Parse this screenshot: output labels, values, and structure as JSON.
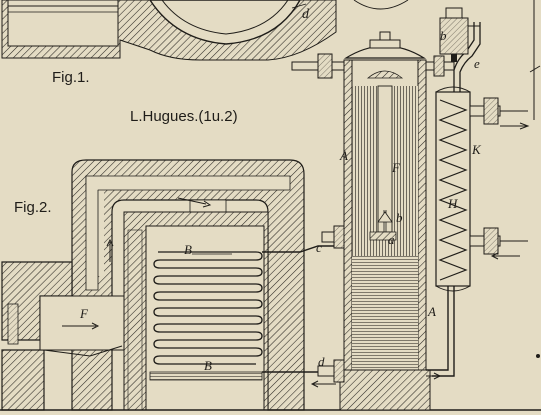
{
  "figure": {
    "fig1_label": "Fig.1.",
    "fig2_label": "Fig.2.",
    "credit": "L.Hugues.(1u.2)"
  },
  "letters": {
    "d_top": "d",
    "A_tank": "A",
    "F_tube": "F",
    "b_valve": "b",
    "a_inlet": "a",
    "b_top": "b",
    "e_pipe": "e",
    "K_coil": "K",
    "H_coil": "H",
    "A_pipe": "A",
    "B_upper": "B",
    "B_lower": "B",
    "c_pipe": "c",
    "d_pipe": "d",
    "F_grate": "F"
  },
  "colors": {
    "paper": "#e4dcc4",
    "ink": "#1f1d19"
  }
}
